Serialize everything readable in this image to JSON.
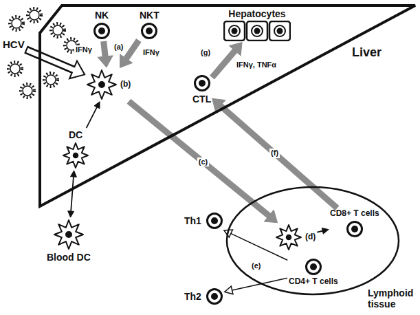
{
  "diagram": {
    "nodes": [
      {
        "text": [
          "Liver"
        ]
      },
      {
        "text": [
          "HCV"
        ]
      },
      {
        "text": [
          "NK"
        ],
        "in": 0
      },
      {
        "text": [
          "NKT"
        ],
        "in": 0
      },
      {
        "text": [
          "Hepatocytes"
        ],
        "in": 0
      },
      {
        "text": [
          "(b)"
        ],
        "in": 0
      },
      {
        "text": [
          "CTL"
        ],
        "in": 0
      },
      {
        "text": [
          "DC"
        ],
        "in": 0
      },
      {
        "text": [
          "Blood DC"
        ]
      },
      {
        "text": [
          "Lymphoid tissue"
        ]
      },
      {
        "text": [
          "CD8+ T cells"
        ],
        "in": 9
      },
      {
        "text": [
          "(d)"
        ],
        "in": 9
      },
      {
        "text": [
          "CD4+ T cells"
        ],
        "in": 9
      },
      {
        "text": [
          "Th1"
        ]
      },
      {
        "text": [
          "Th2"
        ]
      }
    ],
    "edges": [
      {
        "from": 1,
        "to": 5,
        "arrow": "to"
      },
      {
        "from": 2,
        "to": 5,
        "label": "IFNγ",
        "arrow": "to"
      },
      {
        "from": 3,
        "to": 5,
        "label": "IFNγ",
        "arrow": "to"
      },
      {
        "from": 7,
        "to": 5,
        "arrow": "to"
      },
      {
        "from": 7,
        "to": 8,
        "arrow": "both"
      },
      {
        "from": 5,
        "to": 11,
        "label": "(c)",
        "arrow": "to"
      },
      {
        "from": 11,
        "to": 10,
        "arrow": "to"
      },
      {
        "from": 10,
        "to": 6,
        "label": "(f)",
        "arrow": "to"
      },
      {
        "from": 6,
        "to": 4,
        "label": "IFNγ, TNFα",
        "arrow": "to"
      },
      {
        "from": 12,
        "to": 13,
        "arrow": "to"
      },
      {
        "from": 12,
        "to": 14,
        "arrow": "to"
      }
    ],
    "labels": [
      "(a)",
      "(g)",
      "(e)"
    ]
  }
}
